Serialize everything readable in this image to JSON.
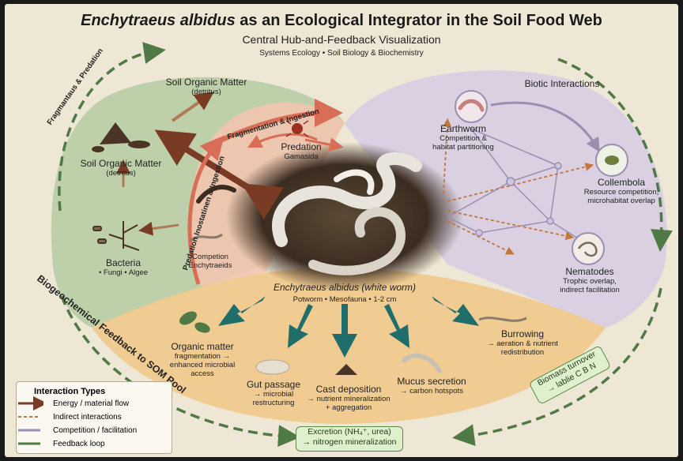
{
  "title_species": "Enchytraeus albidus",
  "title_rest": " as an Ecological Integrator in the Soil Food Web",
  "subtitle": "Central Hub-and-Feedback Visualization",
  "subtitle2": "Systems Ecology • Soil Biology & Biochemistry",
  "left": {
    "som_top": "Soil Organic Matter",
    "som_top_sub": "(detritus)",
    "som_left": "Soil Organic Matter",
    "som_left_sub": "(detritus)",
    "bacteria": "Bacteria",
    "bacteria_sub": "• Fungi • Algee",
    "competition": "Competion",
    "competition_sub": "Enchytraeids",
    "predation": "Predation",
    "predation_sub": "Gamasida",
    "arc_fragmentation": "Fragmentation & Ingestion",
    "arc_predation_outer": "Fragmantaus & Predation",
    "arc_predation_inner": "Predation Inostatinen & Ingestion"
  },
  "right": {
    "heading": "Biotic Interactions",
    "earthworm": "Earthworm",
    "earthworm_sub1": "Competition &",
    "earthworm_sub2": "habitat partitioning",
    "collembola": "Collembola",
    "collembola_sub1": "Resource competition,",
    "collembola_sub2": "microhabitat overlap",
    "nematodes": "Nematodes",
    "nematodes_sub1": "Trophic overlap,",
    "nematodes_sub2": "indirect facilitation"
  },
  "center": {
    "name": "Enchytraeus albidus (white worm)",
    "desc": "Potworm • Mesofauna • 1-2 cm"
  },
  "bottom": {
    "organic_matter": "Organic matter",
    "organic_sub1": "fragmentation →",
    "organic_sub2": "enhanced microbial",
    "organic_sub3": "access",
    "gut": "Gut passage",
    "gut_sub1": "→ microbial",
    "gut_sub2": "restructuring",
    "cast": "Cast deposition",
    "cast_sub1": "→ nutrient mineralization",
    "cast_sub2": "+ aggregation",
    "mucus": "Mucus secretion",
    "mucus_sub1": "→ carbon hotspots",
    "burrowing": "Burrowing",
    "burrow_sub1": "→ aeration & nutrient",
    "burrow_sub2": "redistribution",
    "arc_feedback": "Biogeochemical Feedback to SOM Pool"
  },
  "boxes": {
    "biomass1": "Biomass turnover",
    "biomass2": "→ lablie C B N",
    "excretion1": "Excretion (NH₄⁺, urea)",
    "excretion2": "→ nitrogen mineralization"
  },
  "legend": {
    "title": "Interaction Types",
    "items": [
      "Energy / material flow",
      "Indirect interactions",
      "Competition / facilitation",
      "Feedback loop"
    ]
  },
  "colors": {
    "energy": "#7a3b24",
    "indirect": "#c4763a",
    "competition": "#9a8fb1",
    "feedback": "#4f7a45",
    "teal": "#1f6e6b"
  }
}
